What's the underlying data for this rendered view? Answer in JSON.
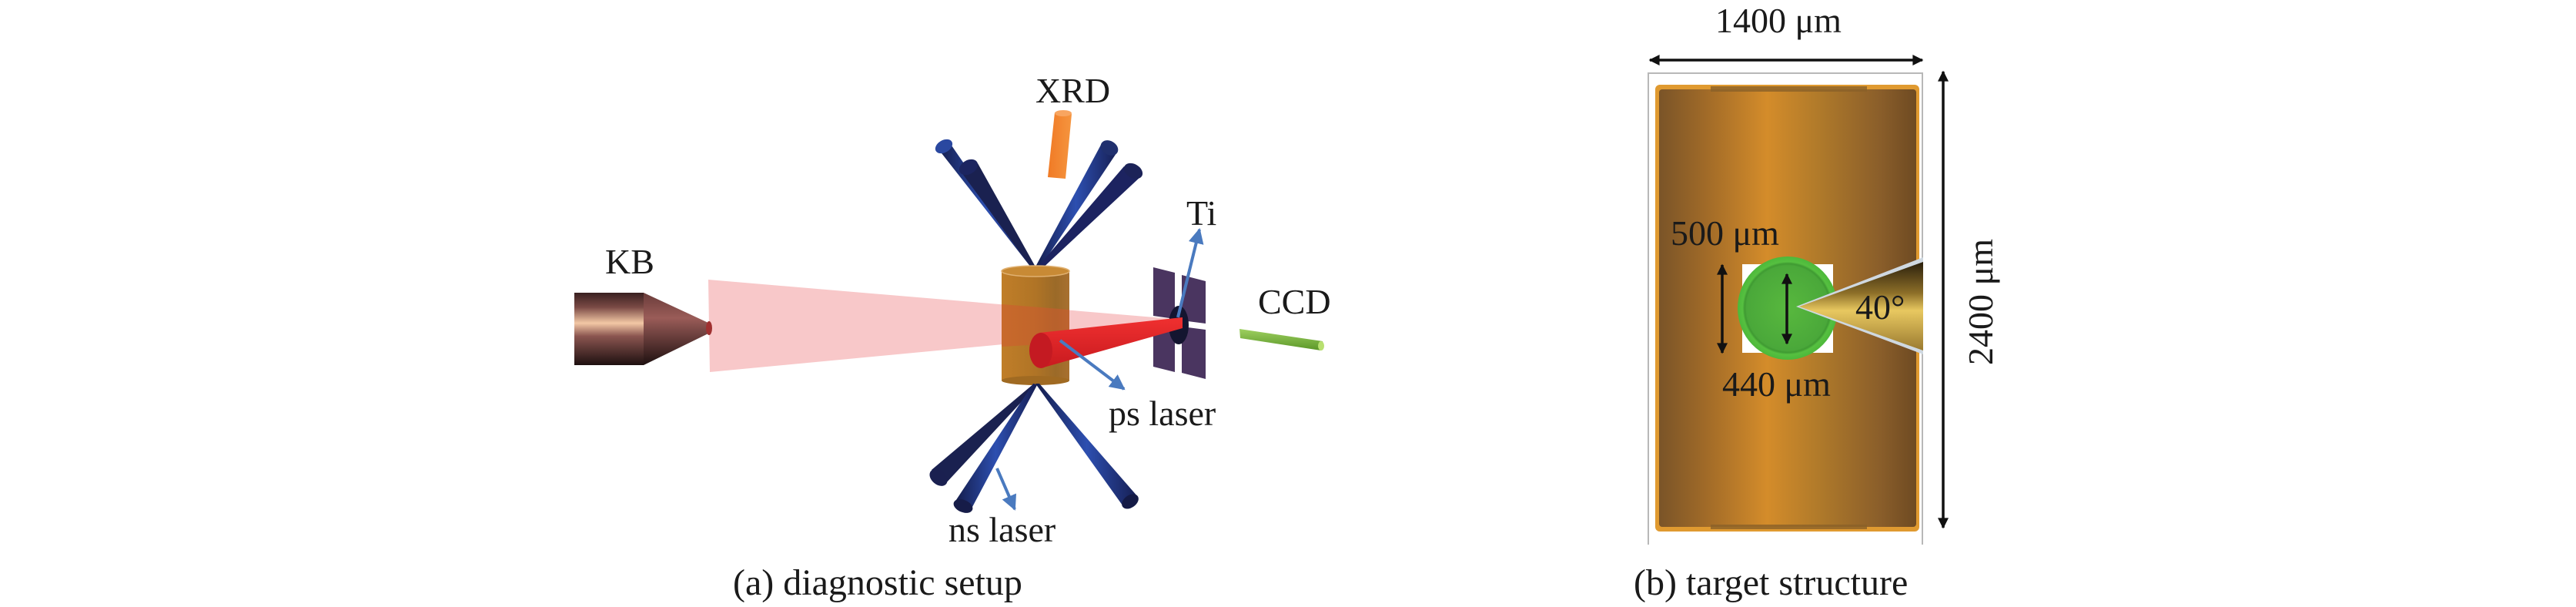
{
  "figure": {
    "panel_a": {
      "caption": "(a) diagnostic setup",
      "labels": {
        "kb": "KB",
        "xrd": "XRD",
        "ti": "Ti",
        "ccd": "CCD",
        "ps_laser": "ps laser",
        "ns_laser": "ns laser"
      },
      "components": [
        {
          "name": "KB",
          "kind": "x-ray microscope",
          "color": "#8a5a55"
        },
        {
          "name": "XRD",
          "kind": "diffraction detector",
          "color": "#f08030"
        },
        {
          "name": "Ti",
          "kind": "backlighter foil",
          "color": "#4a3560"
        },
        {
          "name": "CCD",
          "kind": "camera",
          "color": "#7ab83a"
        },
        {
          "name": "target",
          "kind": "cylinder",
          "color": "#c0802a"
        },
        {
          "name": "ps laser",
          "kind": "beam",
          "color": "#e21e26"
        },
        {
          "name": "ns laser",
          "kind": "beams",
          "color": "#1f2f7a"
        }
      ],
      "colors": {
        "beam_cone": "#f7c3c4",
        "arrow": "#4a7abf",
        "ns_beam": "#1f2f7a"
      }
    },
    "panel_b": {
      "caption": "(b) target structure",
      "dimensions": {
        "width": "1400 μm",
        "height": "2400 μm",
        "hole": "500 μm",
        "inner": "440 μm",
        "cone_angle": "40°"
      },
      "colors": {
        "body_center": "#d48c2a",
        "body_edge": "#6e4a22",
        "sample": "#4cb83a",
        "cone": "#c9a540",
        "window": "#ffffff",
        "frame": "#b8b8b8"
      }
    }
  }
}
